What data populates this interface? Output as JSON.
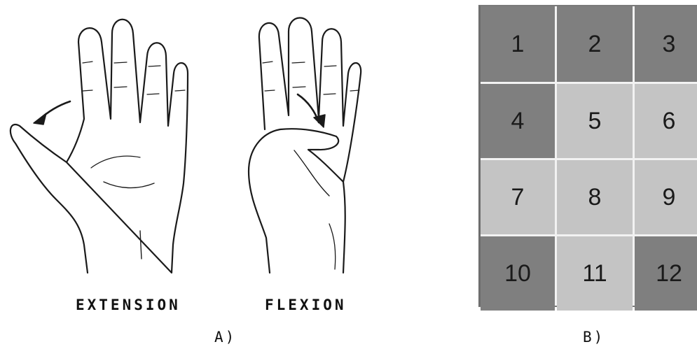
{
  "panel_a": {
    "caption_extension": "EXTENSION",
    "caption_flexion": "FLEXION",
    "label": "A)"
  },
  "panel_b": {
    "label": "B)",
    "cells": [
      {
        "number": "1",
        "shade": "dark"
      },
      {
        "number": "2",
        "shade": "dark"
      },
      {
        "number": "3",
        "shade": "dark"
      },
      {
        "number": "4",
        "shade": "dark"
      },
      {
        "number": "5",
        "shade": "light"
      },
      {
        "number": "6",
        "shade": "light"
      },
      {
        "number": "7",
        "shade": "light"
      },
      {
        "number": "8",
        "shade": "light"
      },
      {
        "number": "9",
        "shade": "light"
      },
      {
        "number": "10",
        "shade": "dark"
      },
      {
        "number": "11",
        "shade": "light"
      },
      {
        "number": "12",
        "shade": "dark"
      }
    ],
    "colors": {
      "dark": "#7f7f7f",
      "light": "#c4c4c4",
      "grid_line": "#f2f2f2"
    }
  }
}
